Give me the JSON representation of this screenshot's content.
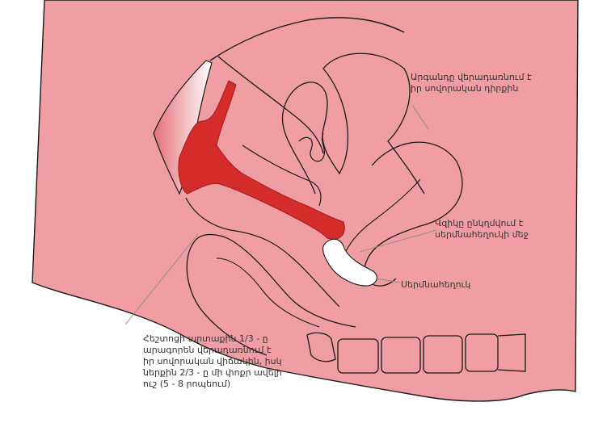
{
  "colors": {
    "body_fill": "#f09ea4",
    "body_fill_light": "#f5b6ba",
    "outline": "#1a1a1a",
    "vagina_red": "#d42b2b",
    "semen_white": "#ffffff",
    "leader_line": "#8a8a8a"
  },
  "labels": {
    "uterus": "Արգանդը վերադառնում է\nիր սովորական դիրքին",
    "cervix": "Վզիկը ընկղմվում է\nսերմնահեղուկի մեջ",
    "semen": "Սերմնահեղուկ",
    "vagina": "Հեշտոցի արտաքին 1/3 - ը\nարագորեն վերադառնում է\nիր սովորական վիճակին, իսկ\nներքին 2/3 - ը մի փոքր ավելի\nուշ (5 - 8 րոպեում)"
  }
}
